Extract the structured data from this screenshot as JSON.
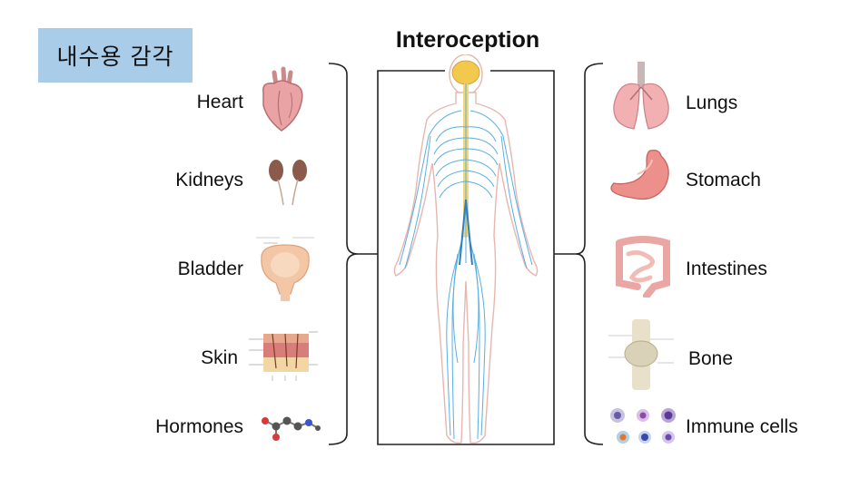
{
  "tag_label": "내수용 감각",
  "title": "Interoception",
  "left_organs": [
    {
      "label": "Heart",
      "icon": "heart-icon"
    },
    {
      "label": "Kidneys",
      "icon": "kidneys-icon"
    },
    {
      "label": "Bladder",
      "icon": "bladder-icon"
    },
    {
      "label": "Skin",
      "icon": "skin-icon"
    },
    {
      "label": "Hormones",
      "icon": "hormone-molecule-icon"
    }
  ],
  "right_organs": [
    {
      "label": "Lungs",
      "icon": "lungs-icon"
    },
    {
      "label": "Stomach",
      "icon": "stomach-icon"
    },
    {
      "label": "Intestines",
      "icon": "intestines-icon"
    },
    {
      "label": "Bone",
      "icon": "bone-joint-icon"
    },
    {
      "label": "Immune cells",
      "icon": "immune-cells-icon"
    }
  ],
  "colors": {
    "tag_bg": "#a9cde9",
    "nerve": "#5aaee0",
    "spine": "#f4d77a",
    "brain": "#f2c94c",
    "body_outline": "#e7b6b0",
    "organ_pink": "#eaa3a5",
    "bracket": "#222222"
  }
}
